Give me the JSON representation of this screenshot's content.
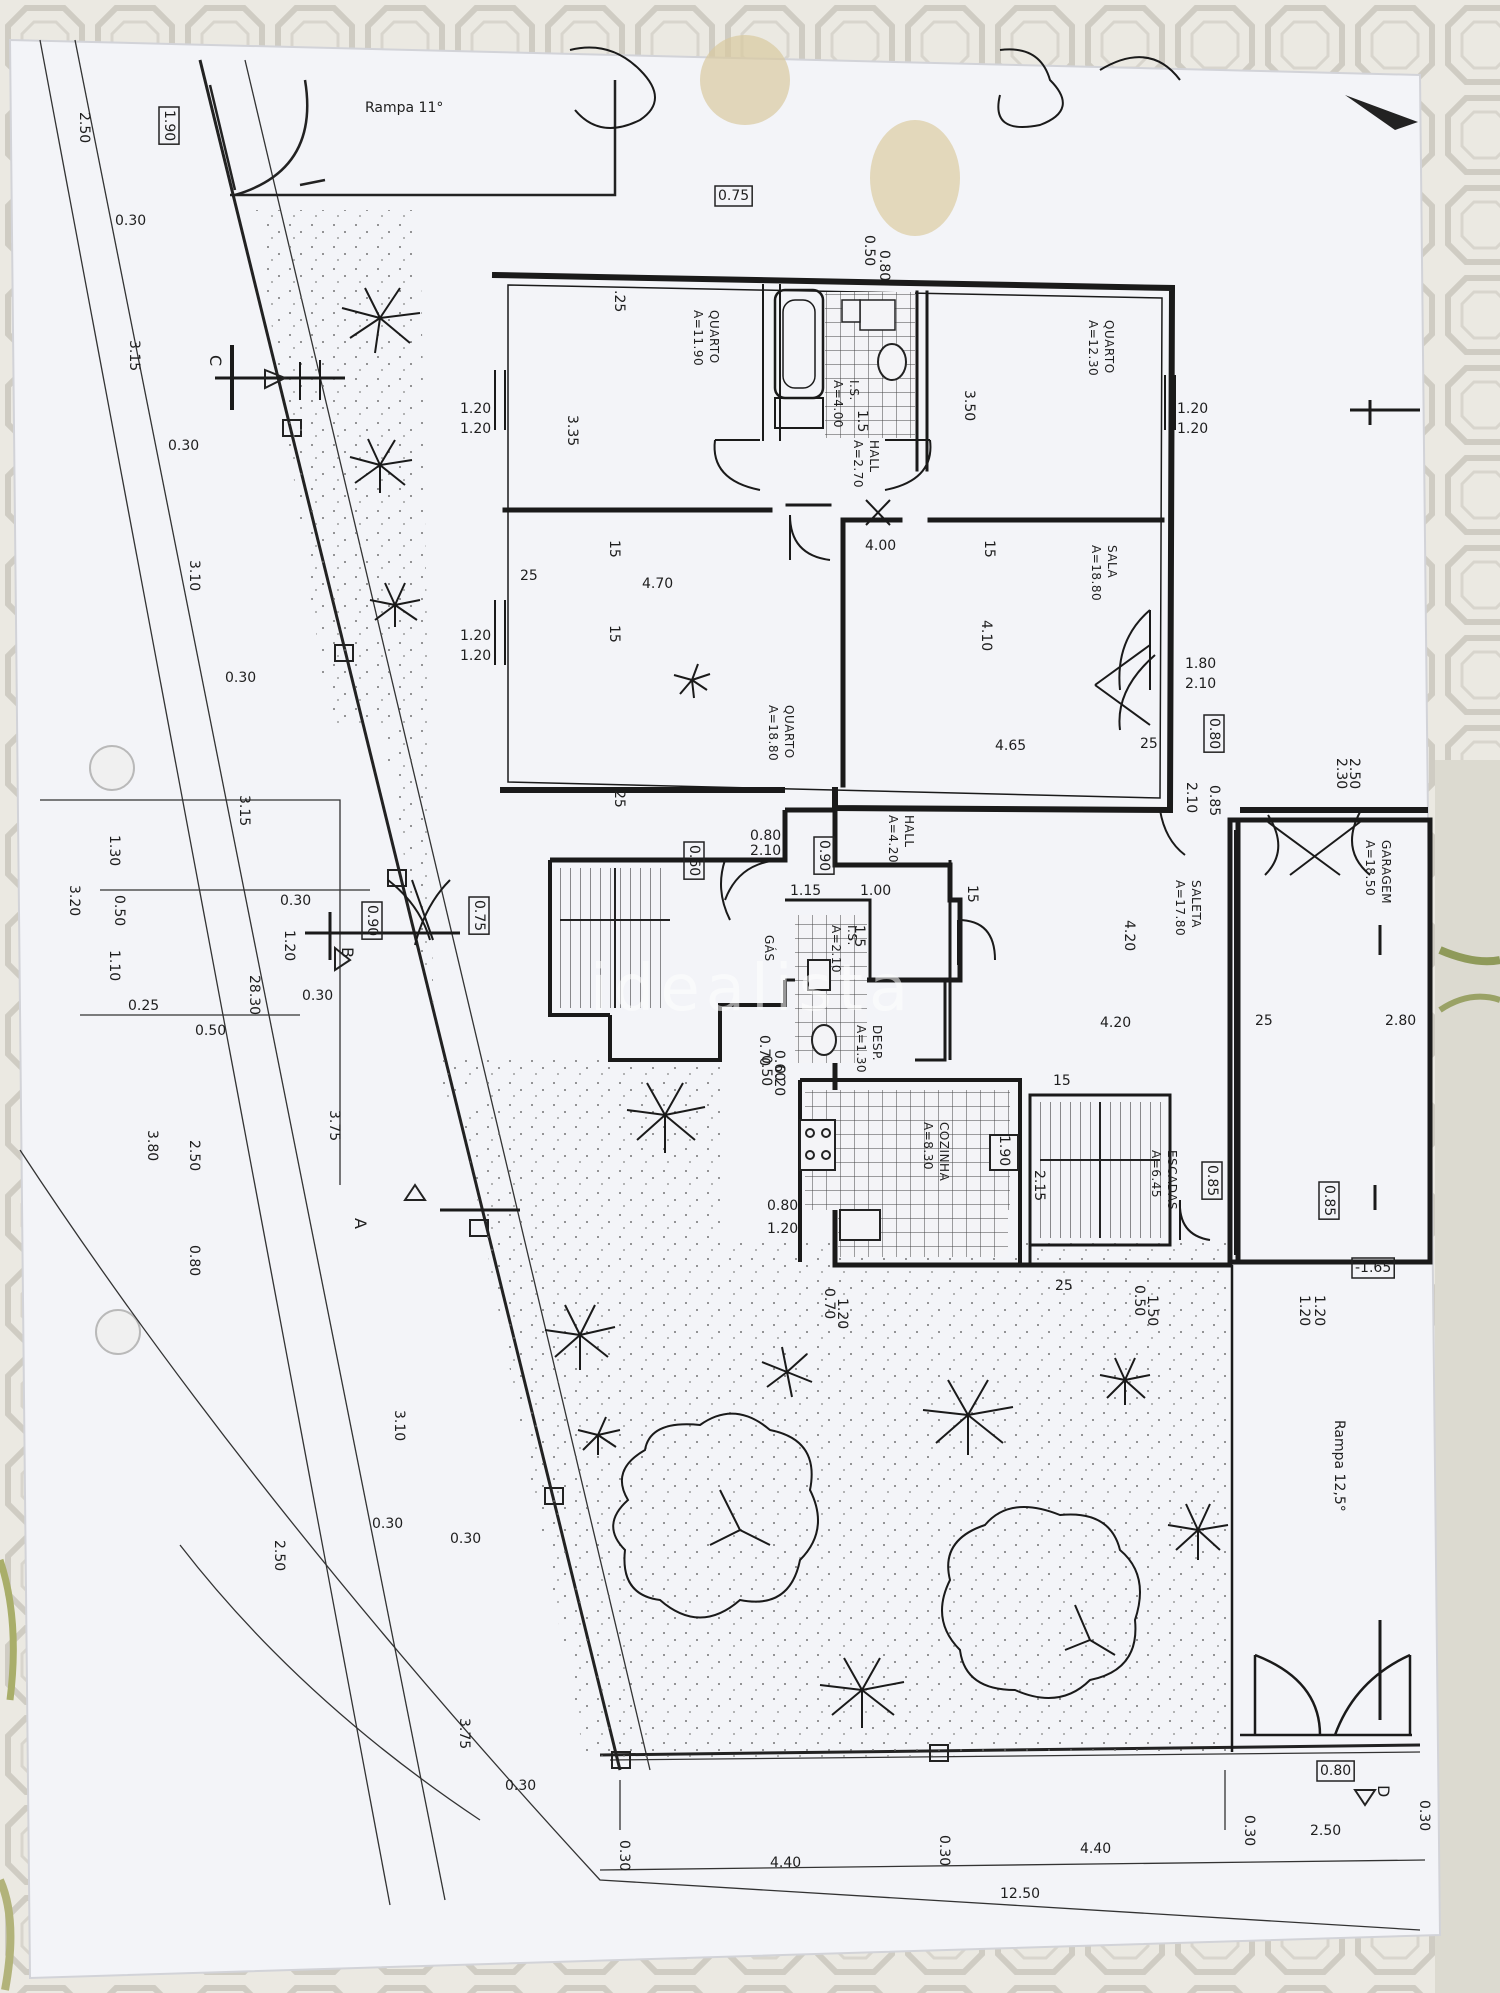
{
  "watermark": "idealista",
  "labels": {
    "rampa_top": "Rampa 11°",
    "rampa_right": "Rampa 12,5°",
    "gas": "GÁS",
    "marker_a": "A",
    "marker_b": "B",
    "marker_c": "C",
    "marker_d": "D"
  },
  "rooms": [
    {
      "id": "quarto-1",
      "name": "QUARTO",
      "area": "A=11.90"
    },
    {
      "id": "wc-1",
      "name": "I.S.",
      "area": "A=4.00"
    },
    {
      "id": "hall-1",
      "name": "HALL",
      "area": "A=2.70"
    },
    {
      "id": "quarto-2",
      "name": "QUARTO",
      "area": "A=12.30"
    },
    {
      "id": "quarto-3",
      "name": "QUARTO",
      "area": "A=18.80"
    },
    {
      "id": "sala",
      "name": "SALA",
      "area": "A=18.80"
    },
    {
      "id": "hall-2",
      "name": "HALL",
      "area": "A=4.20"
    },
    {
      "id": "wc-2",
      "name": "I.S.",
      "area": "A=2.10"
    },
    {
      "id": "desp",
      "name": "DESP.",
      "area": "A=1.30"
    },
    {
      "id": "cozinha",
      "name": "COZINHA",
      "area": "A=8.30"
    },
    {
      "id": "saleta",
      "name": "SALETA",
      "area": "A=17.80"
    },
    {
      "id": "garagem",
      "name": "GARAGEM",
      "area": "A=18.50"
    },
    {
      "id": "escadas",
      "name": "ESCADAS",
      "area": "A=6.45"
    }
  ],
  "levels": [
    "0.75",
    "1.90",
    "0.80",
    "0.60",
    "0.90",
    "0.75",
    "0.90",
    "0.85",
    "0.85",
    "-1.65",
    "0.80"
  ],
  "dimensions": [
    "2.50",
    "0.30",
    "3.15",
    "0.30",
    "3.10",
    "0.30",
    "3.15",
    "0.30",
    "1.20",
    "0.30",
    "28.30",
    "3.75",
    "0.30",
    "3.10",
    "0.30",
    "3.75",
    "0.30",
    "2.50",
    "1.30",
    "0.50",
    "1.10",
    "3.20",
    "0.25",
    "0.50",
    "3.80",
    "2.50",
    "0.80",
    "0.50",
    "0.80",
    ".25",
    "3.35",
    "1.20",
    "1.20",
    "3.50",
    "1.20",
    "1.20",
    "1.5",
    "25",
    "4.70",
    "15",
    "4.00",
    "15",
    "1.20",
    "1.20",
    "4.10",
    "4.65",
    "1.80",
    "2.10",
    "25",
    "15",
    "0.80",
    "2.10",
    "1.15",
    "1.00",
    "15",
    "1.5",
    "4.20",
    "4.20",
    "25",
    "2.80",
    "2.30",
    "2.50",
    "2.10",
    "0.85",
    "25",
    "0.70",
    "0.50",
    "0.60",
    "0.20",
    "1.90",
    "2.15",
    "15",
    "0.80",
    "1.20",
    "0.70",
    "1.20",
    "0.50",
    "1.50",
    "25",
    "1.20",
    "1.20",
    "0.30",
    "4.40",
    "0.30",
    "4.40",
    "0.30",
    "2.50",
    "0.30",
    "12.50"
  ]
}
